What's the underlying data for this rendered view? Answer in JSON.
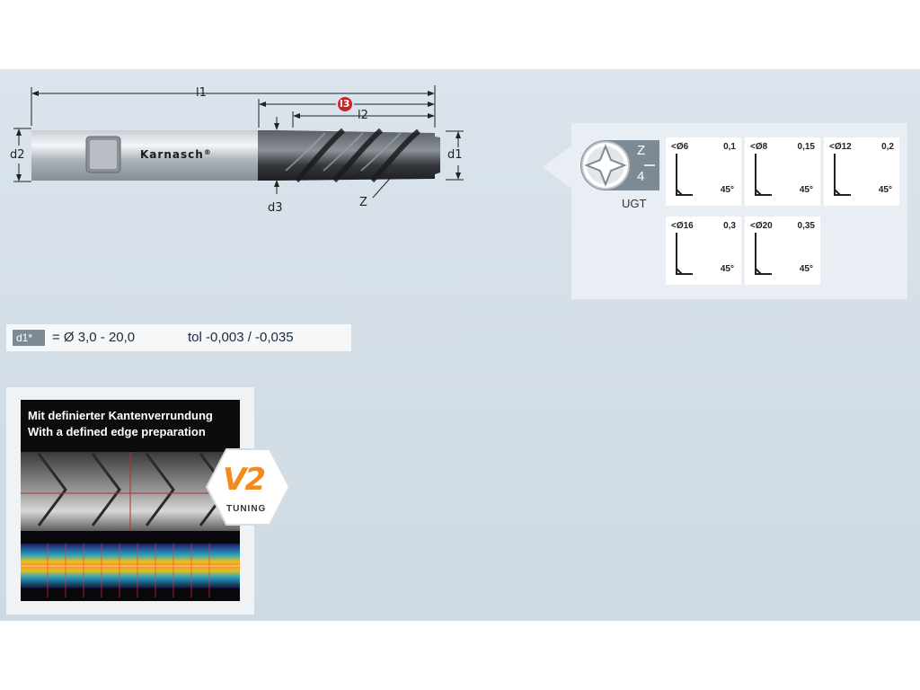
{
  "drawing": {
    "labels": {
      "l1": "l1",
      "l2": "l2",
      "l3": "l3",
      "d1": "d1",
      "d2": "d2",
      "d3": "d3",
      "z": "Z"
    },
    "brand": "Karnasch",
    "brand_mark": "®"
  },
  "geometry": {
    "flutes_symbol": "Z",
    "flutes_count": "4",
    "type_label": "UGT"
  },
  "corners": [
    {
      "diameter": "<Ø6",
      "value": "0,1",
      "angle": "45°"
    },
    {
      "diameter": "<Ø8",
      "value": "0,15",
      "angle": "45°"
    },
    {
      "diameter": "<Ø12",
      "value": "0,2",
      "angle": "45°"
    },
    {
      "diameter": "<Ø16",
      "value": "0,3",
      "angle": "45°"
    },
    {
      "diameter": "<Ø20",
      "value": "0,35",
      "angle": "45°"
    }
  ],
  "spec": {
    "badge": "d1*",
    "formula": "= Ø 3,0 - 20,0",
    "tolerance": "tol -0,003 / -0,035"
  },
  "edge_image": {
    "caption_de": "Mit definierter Kantenverrundung",
    "caption_en": "With a defined edge preparation",
    "badge_version": "V2",
    "badge_text": "TUNING"
  },
  "colors": {
    "accent_orange": "#f28a1d",
    "l3_marker": "#cc2222",
    "coating": "#3a3d42"
  }
}
